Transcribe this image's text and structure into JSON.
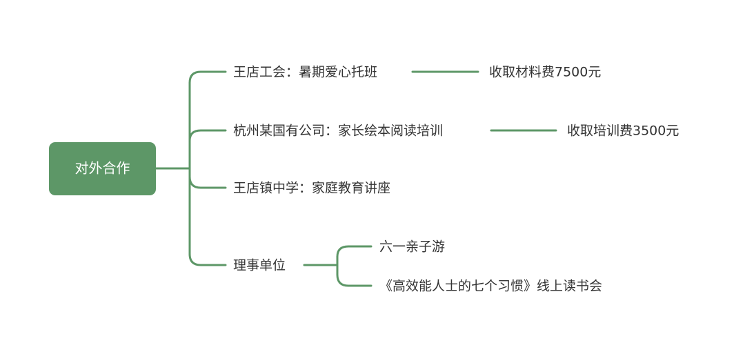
{
  "mindmap": {
    "root": "对外合作",
    "branches": [
      {
        "label": "王店工会：暑期爱心托班",
        "detail": "收取材料费7500元"
      },
      {
        "label": "杭州某国有公司：家长绘本阅读培训",
        "detail": "收取培训费3500元"
      },
      {
        "label": "王店镇中学：家庭教育讲座"
      },
      {
        "label": "理事单位",
        "children": [
          "六一亲子游",
          "《高效能人士的七个习惯》线上读书会"
        ]
      }
    ]
  },
  "colors": {
    "accent": "#5d9767",
    "text": "#333333",
    "root_text": "#ffffff"
  }
}
